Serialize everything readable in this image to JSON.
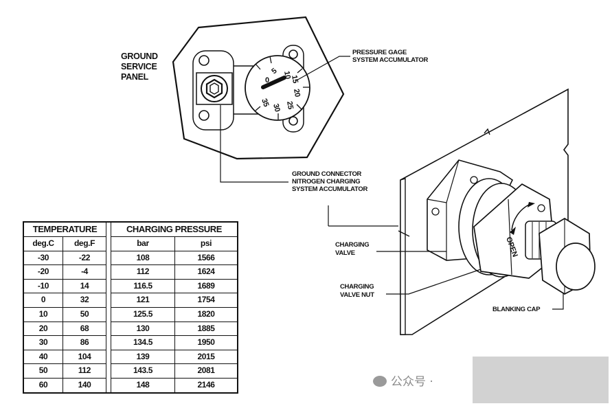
{
  "labels": {
    "ground_service_panel": [
      "GROUND",
      "SERVICE",
      "PANEL"
    ],
    "pressure_gage": [
      "PRESSURE GAGE",
      "SYSTEM ACCUMULATOR"
    ],
    "ground_connector": [
      "GROUND CONNECTOR",
      "NITROGEN CHARGING",
      "SYSTEM ACCUMULATOR"
    ],
    "charging_valve": [
      "CHARGING",
      "VALVE"
    ],
    "charging_valve_nut": [
      "CHARGING",
      "VALVE NUT"
    ],
    "blanking_cap": "BLANKING CAP",
    "open_marking": "OPEN"
  },
  "gauge": {
    "scale": [
      "0",
      "5",
      "10",
      "15",
      "20",
      "25",
      "30",
      "35"
    ]
  },
  "table": {
    "group_headers": [
      "TEMPERATURE",
      "CHARGING PRESSURE"
    ],
    "unit_headers": [
      "deg.C",
      "deg.F",
      "bar",
      "psi"
    ],
    "rows": [
      [
        "-30",
        "-22",
        "108",
        "1566"
      ],
      [
        "-20",
        "-4",
        "112",
        "1624"
      ],
      [
        "-10",
        "14",
        "116.5",
        "1689"
      ],
      [
        "0",
        "32",
        "121",
        "1754"
      ],
      [
        "10",
        "50",
        "125.5",
        "1820"
      ],
      [
        "20",
        "68",
        "130",
        "1885"
      ],
      [
        "30",
        "86",
        "134.5",
        "1950"
      ],
      [
        "40",
        "104",
        "139",
        "2015"
      ],
      [
        "50",
        "112",
        "143.5",
        "2081"
      ],
      [
        "60",
        "140",
        "148",
        "2146"
      ]
    ]
  },
  "watermark": {
    "text": "公众号 ·"
  }
}
